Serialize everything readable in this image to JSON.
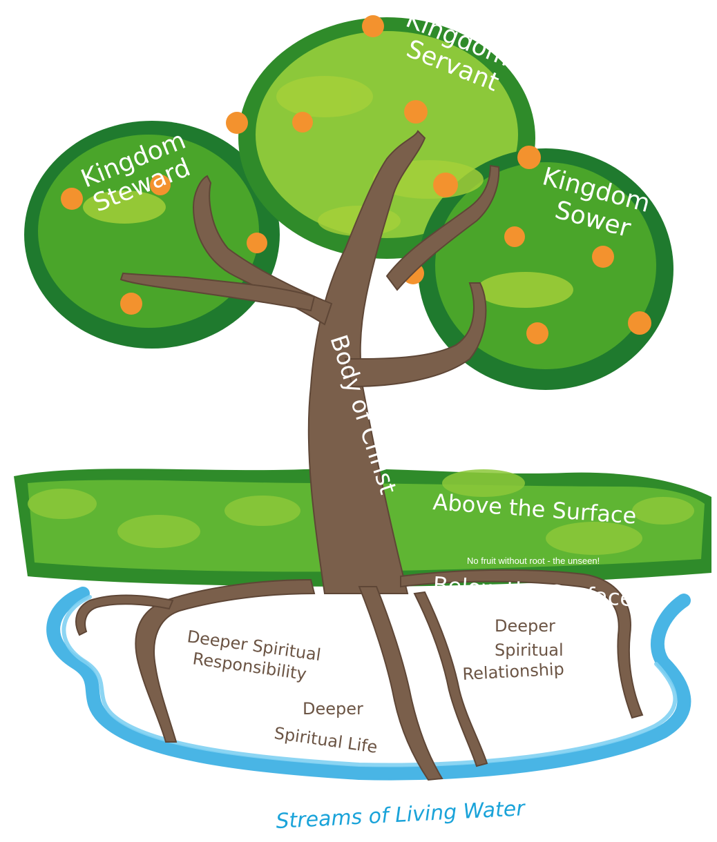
{
  "canopy": {
    "steward": [
      "Kingdom",
      "Steward"
    ],
    "servant": [
      "Kingdom",
      "Servant"
    ],
    "sower": [
      "Kingdom",
      "Sower"
    ]
  },
  "trunk": {
    "label": "Body of Christ"
  },
  "surface": {
    "above": "Above the Surface",
    "note": "No fruit without root - the unseen!",
    "below": "Below the Surface."
  },
  "roots": {
    "responsibility": [
      "Deeper Spiritual",
      "Responsibility"
    ],
    "relationship": [
      "Deeper",
      "Spiritual",
      "Relationship"
    ],
    "life": [
      "Deeper",
      "Spiritual Life"
    ]
  },
  "stream": {
    "label": "Streams of Living Water"
  },
  "colors": {
    "leaf_dark": "#1f7a2e",
    "leaf_mid": "#4aa52a",
    "leaf_light": "#a6d13a",
    "fruit": "#f3922e",
    "trunk": "#7a5f4b",
    "water": "#29a8e0",
    "root_text": "#6b5444"
  }
}
